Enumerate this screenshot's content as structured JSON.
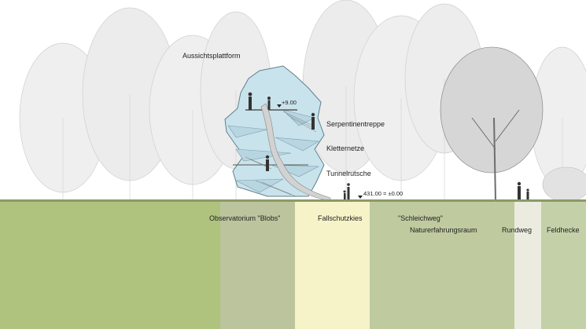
{
  "labels": {
    "aussichtsplattform": "Aussichtsplattform",
    "serpentinentreppe": "Serpentinentreppe",
    "kletternetze": "Kletternetze",
    "tunnelrutsche": "Tunnelrutsche",
    "level_top": "+9.00",
    "level_ground": "431.00 = ±0.00"
  },
  "zones": [
    {
      "key": "ground-lawn",
      "label": "",
      "color": "#afc27e"
    },
    {
      "key": "observatorium",
      "label": "Observatorium \"Blobs\"",
      "color": "#bcc49e"
    },
    {
      "key": "fallschutzkies",
      "label": "Fallschutzkies",
      "color": "#f6f3c8"
    },
    {
      "key": "naturerfahrungsraum",
      "label": "Naturerfahrungsraum",
      "sublabel": "\"Schleichweg\"",
      "color": "#bfcb9f"
    },
    {
      "key": "rundweg",
      "label": "Rundweg",
      "color": "#ebecdf"
    },
    {
      "key": "feldhecke",
      "label": "Feldhecke",
      "color": "#c4d1a8"
    }
  ],
  "colors": {
    "glass": "#c9e3ec",
    "glass_edge": "#5f7f8d",
    "trees": "#c9c9c9",
    "dark_tree": "#6d6d6d",
    "ground_line": "#8a9a66"
  }
}
